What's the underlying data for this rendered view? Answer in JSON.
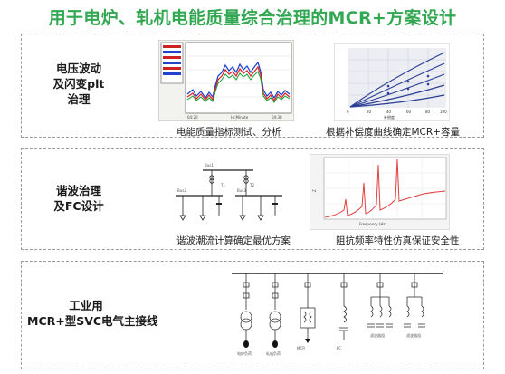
{
  "title": "用于电炉、轧机电能质量综合治理的MCR+方案设计",
  "panels": [
    {
      "label_line1": "电压波动",
      "label_line2": "及闪变plt",
      "label_line3": "治理",
      "figure_left_caption": "电能质量指标测试、分析",
      "figure_right_caption": "根据补偿度曲线确定MCR+容量"
    },
    {
      "label_line1": "谐波治理",
      "label_line2": "及FC设计",
      "figure_left_caption": "谐波潮流计算确定最优方案",
      "figure_right_caption": "阻抗频率特性仿真保证安全性"
    },
    {
      "label_line1": "工业用",
      "label_line2": "MCR+型SVC电气主接线"
    }
  ],
  "colors": {
    "title_green": "#33a853",
    "panel_border": "#9a9a9a"
  }
}
